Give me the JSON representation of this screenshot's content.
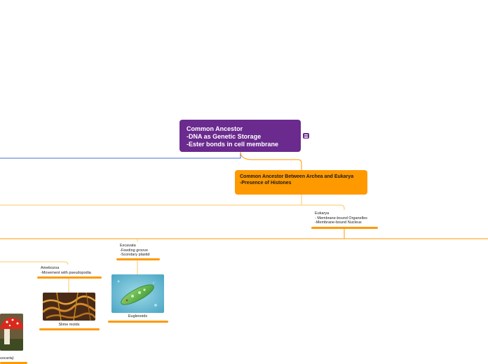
{
  "map": {
    "root": {
      "text": "Common Ancestor\n-DNA as Genetic Storage\n-Ester bonds in cell membrane"
    },
    "archea_eukarya": {
      "text": "Common Ancestor Between Archea and Eukarya\n-Presence of Histones"
    },
    "eukarya": {
      "text": "Eukarya\n- Membrane-bound Organelles\n-Membrane-bound Nucleus"
    },
    "excavata": {
      "text": "Excavata\n-Feeding groove\n-Scondary plastid"
    },
    "amebozoa": {
      "text": "Amebozoa\n-Movement with pseudopodia"
    },
    "euglenoids": {
      "caption": "Euglenoids"
    },
    "slime_molds": {
      "caption": "Slime molds"
    },
    "mushroom": {
      "caption_fragment": "uscaria)"
    }
  },
  "colors": {
    "root_fill": "#6a2a8e",
    "branch_orange": "#ff9900",
    "root_link_blue": "#4a6fd8"
  }
}
